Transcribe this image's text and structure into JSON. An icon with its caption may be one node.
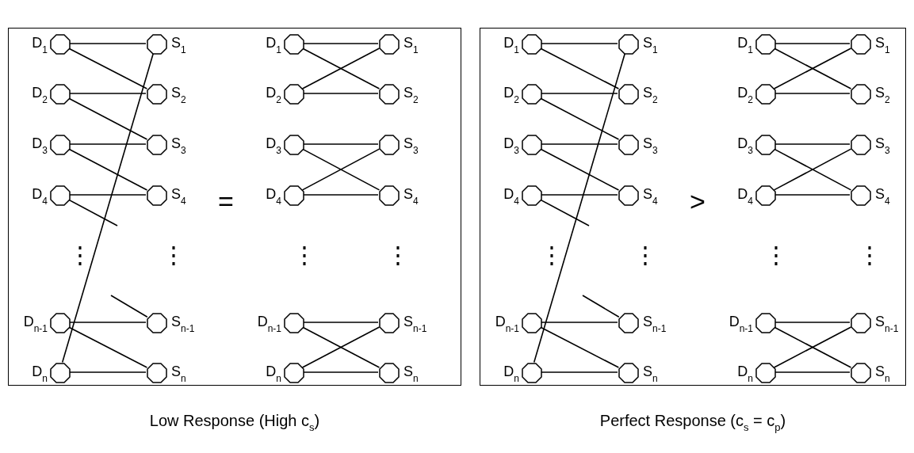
{
  "diagram": {
    "nodes": [
      {
        "text": [],
        "shape": "box",
        "beside": [
          "Low Response (High c$_{s}$)"
        ]
      },
      {
        "text": [
          "D$_{1}$"
        ],
        "in": 0
      },
      {
        "text": [
          "S$_{1}$"
        ],
        "in": 0
      },
      {
        "text": [
          "D$_{2}$"
        ],
        "in": 0
      },
      {
        "text": [
          "S$_{2}$"
        ],
        "in": 0
      },
      {
        "text": [
          "D$_{3}$"
        ],
        "in": 0
      },
      {
        "text": [
          "S$_{3}$"
        ],
        "in": 0
      },
      {
        "text": [
          "D$_{4}$"
        ],
        "in": 0
      },
      {
        "text": [
          "S$_{4}$"
        ],
        "in": 0
      },
      {
        "text": [
          "D$_{n-1}$"
        ],
        "in": 0
      },
      {
        "text": [
          "S$_{n-1}$"
        ],
        "in": 0
      },
      {
        "text": [
          "D$_{n}$"
        ],
        "in": 0
      },
      {
        "text": [
          "S$_{n}$"
        ],
        "in": 0
      },
      {
        "text": [
          "D$_{1}$"
        ],
        "in": 0
      },
      {
        "text": [
          "S$_{1}$"
        ],
        "in": 0
      },
      {
        "text": [
          "D$_{2}$"
        ],
        "in": 0
      },
      {
        "text": [
          "S$_{2}$"
        ],
        "in": 0
      },
      {
        "text": [
          "D$_{3}$"
        ],
        "in": 0
      },
      {
        "text": [
          "S$_{3}$"
        ],
        "in": 0
      },
      {
        "text": [
          "D$_{4}$"
        ],
        "in": 0
      },
      {
        "text": [
          "S$_{4}$"
        ],
        "in": 0
      },
      {
        "text": [
          "D$_{n-1}$"
        ],
        "in": 0
      },
      {
        "text": [
          "S$_{n-1}$"
        ],
        "in": 0
      },
      {
        "text": [
          "D$_{n}$"
        ],
        "in": 0
      },
      {
        "text": [
          "S$_{n}$"
        ],
        "in": 0
      },
      {
        "text": [],
        "shape": "box",
        "beside": [
          "Perfect Response (c$_{s}$ = c$_{p}$)"
        ]
      },
      {
        "text": [
          "D$_{1}$"
        ],
        "in": 25
      },
      {
        "text": [
          "S$_{1}$"
        ],
        "in": 25
      },
      {
        "text": [
          "D$_{2}$"
        ],
        "in": 25
      },
      {
        "text": [
          "S$_{2}$"
        ],
        "in": 25
      },
      {
        "text": [
          "D$_{3}$"
        ],
        "in": 25
      },
      {
        "text": [
          "S$_{3}$"
        ],
        "in": 25
      },
      {
        "text": [
          "D$_{4}$"
        ],
        "in": 25
      },
      {
        "text": [
          "S$_{4}$"
        ],
        "in": 25
      },
      {
        "text": [
          "D$_{n-1}$"
        ],
        "in": 25
      },
      {
        "text": [
          "S$_{n-1}$"
        ],
        "in": 25
      },
      {
        "text": [
          "D$_{n}$"
        ],
        "in": 25
      },
      {
        "text": [
          "S$_{n}$"
        ],
        "in": 25
      },
      {
        "text": [
          "D$_{1}$"
        ],
        "in": 25
      },
      {
        "text": [
          "S$_{1}$"
        ],
        "in": 25
      },
      {
        "text": [
          "D$_{2}$"
        ],
        "in": 25
      },
      {
        "text": [
          "S$_{2}$"
        ],
        "in": 25
      },
      {
        "text": [
          "D$_{3}$"
        ],
        "in": 25
      },
      {
        "text": [
          "S$_{3}$"
        ],
        "in": 25
      },
      {
        "text": [
          "D$_{4}$"
        ],
        "in": 25
      },
      {
        "text": [
          "S$_{4}$"
        ],
        "in": 25
      },
      {
        "text": [
          "D$_{n-1}$"
        ],
        "in": 25
      },
      {
        "text": [
          "S$_{n-1}$"
        ],
        "in": 25
      },
      {
        "text": [
          "D$_{n}$"
        ],
        "in": 25
      },
      {
        "text": [
          "S$_{n}$"
        ],
        "in": 25
      }
    ],
    "edges": [
      {
        "from": 1,
        "to": 2,
        "arrow": "none"
      },
      {
        "from": 1,
        "to": 4,
        "arrow": "none"
      },
      {
        "from": 3,
        "to": 4,
        "arrow": "none"
      },
      {
        "from": 3,
        "to": 6,
        "arrow": "none"
      },
      {
        "from": 5,
        "to": 6,
        "arrow": "none"
      },
      {
        "from": 5,
        "to": 8,
        "arrow": "none"
      },
      {
        "from": 7,
        "to": 8,
        "arrow": "none"
      },
      {
        "from": 7,
        "to": null,
        "arrow": "none"
      },
      {
        "from": null,
        "to": 10,
        "arrow": "none"
      },
      {
        "from": 9,
        "to": 10,
        "arrow": "none"
      },
      {
        "from": 9,
        "to": 12,
        "arrow": "none"
      },
      {
        "from": 11,
        "to": 12,
        "arrow": "none"
      },
      {
        "from": 11,
        "to": 2,
        "arrow": "none"
      },
      {
        "from": 13,
        "to": 14,
        "arrow": "none"
      },
      {
        "from": 13,
        "to": 16,
        "arrow": "none"
      },
      {
        "from": 15,
        "to": 14,
        "arrow": "none"
      },
      {
        "from": 15,
        "to": 16,
        "arrow": "none"
      },
      {
        "from": 17,
        "to": 18,
        "arrow": "none"
      },
      {
        "from": 17,
        "to": 20,
        "arrow": "none"
      },
      {
        "from": 19,
        "to": 18,
        "arrow": "none"
      },
      {
        "from": 19,
        "to": 20,
        "arrow": "none"
      },
      {
        "from": 21,
        "to": 22,
        "arrow": "none"
      },
      {
        "from": 21,
        "to": 24,
        "arrow": "none"
      },
      {
        "from": 23,
        "to": 22,
        "arrow": "none"
      },
      {
        "from": 23,
        "to": 24,
        "arrow": "none"
      },
      {
        "from": 26,
        "to": 27,
        "arrow": "none"
      },
      {
        "from": 26,
        "to": 29,
        "arrow": "none"
      },
      {
        "from": 28,
        "to": 29,
        "arrow": "none"
      },
      {
        "from": 28,
        "to": 31,
        "arrow": "none"
      },
      {
        "from": 30,
        "to": 31,
        "arrow": "none"
      },
      {
        "from": 30,
        "to": 33,
        "arrow": "none"
      },
      {
        "from": 32,
        "to": 33,
        "arrow": "none"
      },
      {
        "from": 32,
        "to": null,
        "arrow": "none"
      },
      {
        "from": null,
        "to": 35,
        "arrow": "none"
      },
      {
        "from": 34,
        "to": 35,
        "arrow": "none"
      },
      {
        "from": 34,
        "to": 37,
        "arrow": "none"
      },
      {
        "from": 36,
        "to": 37,
        "arrow": "none"
      },
      {
        "from": 36,
        "to": 27,
        "arrow": "none"
      },
      {
        "from": 38,
        "to": 39,
        "arrow": "none"
      },
      {
        "from": 38,
        "to": 41,
        "arrow": "none"
      },
      {
        "from": 40,
        "to": 39,
        "arrow": "none"
      },
      {
        "from": 40,
        "to": 41,
        "arrow": "none"
      },
      {
        "from": 42,
        "to": 43,
        "arrow": "none"
      },
      {
        "from": 42,
        "to": 45,
        "arrow": "none"
      },
      {
        "from": 44,
        "to": 43,
        "arrow": "none"
      },
      {
        "from": 44,
        "to": 45,
        "arrow": "none"
      },
      {
        "from": 46,
        "to": 47,
        "arrow": "none"
      },
      {
        "from": 46,
        "to": 49,
        "arrow": "none"
      },
      {
        "from": 48,
        "to": 47,
        "arrow": "none"
      },
      {
        "from": 48,
        "to": 49,
        "arrow": "none"
      }
    ],
    "labels": [
      "=",
      "⋮",
      "⋮",
      "⋮",
      "⋮",
      ">",
      "⋮",
      "⋮",
      "⋮",
      "⋮"
    ]
  }
}
